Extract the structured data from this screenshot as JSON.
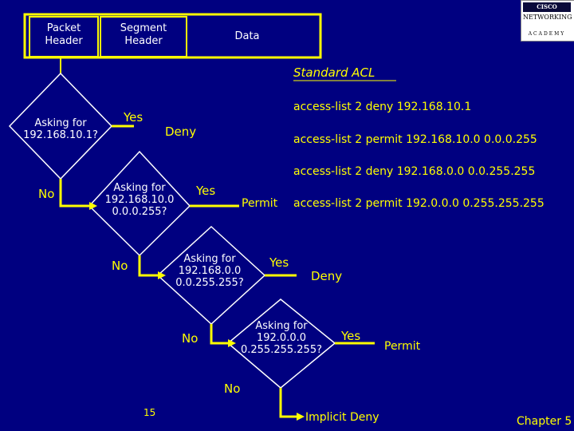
{
  "packet": {
    "packet_header": "Packet\nHeader",
    "segment_header": "Segment\nHeader",
    "data": "Data"
  },
  "logo": {
    "brand": "CISCO SYSTEMS",
    "networking": "NETWORKING",
    "academy": "ACADEMY"
  },
  "acl": {
    "title": "Standard ACL",
    "lines": [
      "access-list 2 deny 192.168.10.1",
      "access-list 2 permit 192.168.10.0 0.0.0.255",
      "access-list 2 deny 192.168.0.0 0.0.255.255",
      "access-list 2 permit 192.0.0.0 0.255.255.255"
    ]
  },
  "flow": {
    "q1": "Asking for\n192.168.10.1?",
    "q2": "Asking for\n192.168.10.0\n0.0.0.255?",
    "q3": "Asking for\n192.168.0.0\n0.0.255.255?",
    "q4": "Asking for\n192.0.0.0\n0.255.255.255?",
    "yes1": "Yes",
    "deny1": "Deny",
    "no1": "No",
    "yes2": "Yes",
    "permit2": "Permit",
    "no2": "No",
    "yes3": "Yes",
    "deny3": "Deny",
    "no3": "No",
    "yes4": "Yes",
    "permit4": "Permit",
    "no4": "No",
    "implicit_deny": "Implicit Deny"
  },
  "footer": {
    "page_number": "15",
    "chapter": "Chapter 5"
  },
  "colors": {
    "background": "#000080",
    "yellow": "#ffff00",
    "white": "#ffffff"
  }
}
